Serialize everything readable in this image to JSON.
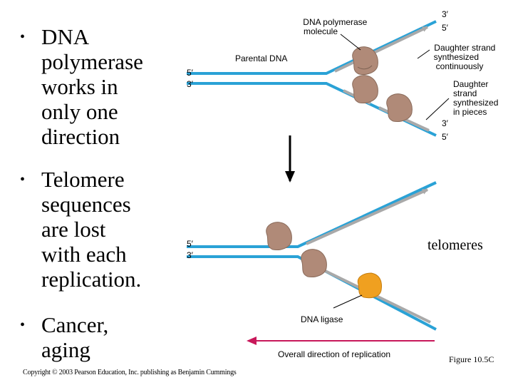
{
  "bullets": [
    {
      "text": "DNA\npolymerase\nworks in\nonly one\ndirection"
    },
    {
      "text": "Telomere\nsequences\nare lost\nwith each\nreplication."
    },
    {
      "text": "Cancer,\naging"
    }
  ],
  "labels": {
    "dna_polymerase": [
      "DNA polymerase",
      "molecule"
    ],
    "parental_dna": "Parental DNA",
    "daughter_continuous": [
      "Daughter strand",
      "synthesized",
      "continuously"
    ],
    "daughter_pieces": [
      "Daughter",
      "strand",
      "synthesized",
      "in pieces"
    ],
    "top_3p": "3′",
    "top_5p": "5′",
    "left_5p": "5′",
    "left_3p": "3′",
    "mid_3p": "3′",
    "mid_5p": "5′",
    "left2_5p": "5′",
    "left2_3p": "3′",
    "telomeres": "telomeres",
    "dna_ligase": "DNA ligase",
    "overall_direction": "Overall direction of replication",
    "figure": "Figure 10.5C"
  },
  "colors": {
    "parental": "#2aa2d6",
    "daughter": "#a9a9a9",
    "polymerase": "#b08a78",
    "ligase": "#f0a020",
    "arrow_red": "#c8185a"
  },
  "copyright": "Copyright © 2003 Pearson Education, Inc. publishing as Benjamin Cummings"
}
